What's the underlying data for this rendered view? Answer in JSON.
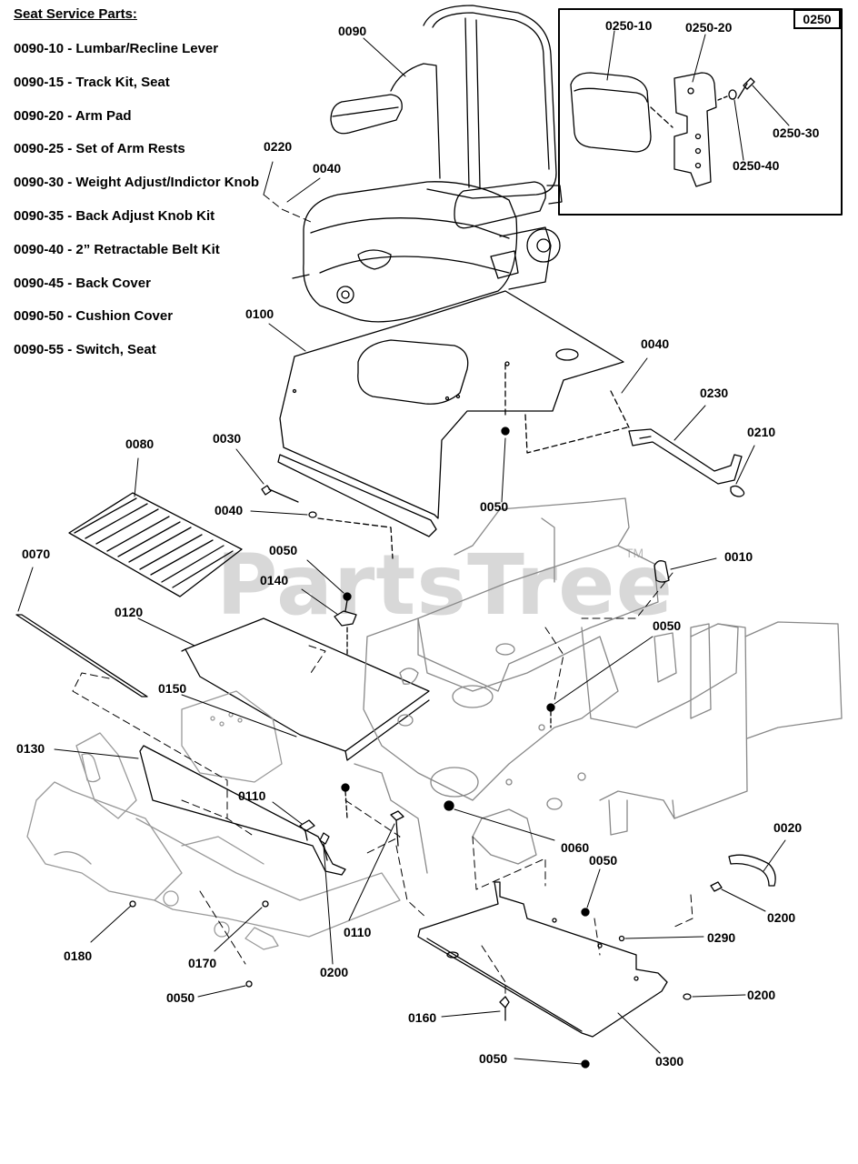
{
  "legend": {
    "title": "Seat Service Parts:",
    "items": [
      "0090-10 - Lumbar/Recline Lever",
      "0090-15 - Track Kit, Seat",
      "0090-20 - Arm Pad",
      "0090-25 - Set of Arm Rests",
      "0090-30 - Weight Adjust/Indictor Knob",
      "0090-35 - Back Adjust Knob Kit",
      "0090-40 - 2” Retractable Belt Kit",
      "0090-45 - Back Cover",
      "0090-50 - Cushion Cover",
      "0090-55 - Switch, Seat"
    ]
  },
  "inset": {
    "tag": "0250",
    "callouts": [
      "0250-10",
      "0250-20",
      "0250-30",
      "0250-40"
    ]
  },
  "callouts": [
    "0090",
    "0220",
    "0040",
    "0100",
    "0040",
    "0230",
    "0210",
    "0080",
    "0030",
    "0040",
    "0050",
    "0070",
    "0050",
    "0140",
    "0010",
    "0120",
    "0050",
    "0150",
    "0130",
    "0110",
    "0060",
    "0020",
    "0050",
    "0200",
    "0290",
    "0110",
    "0200",
    "0180",
    "0170",
    "0050",
    "0200",
    "0160",
    "0300",
    "0050"
  ],
  "watermark": {
    "brand": "PartsTree",
    "mark": "TM"
  }
}
